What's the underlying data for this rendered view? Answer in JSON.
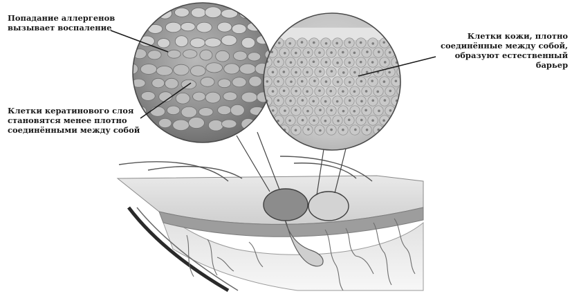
{
  "labels": {
    "allergens": [
      "Попадание аллергенов",
      "вызывает воспаление"
    ],
    "keratin_cells": [
      "Клетки кератинового слоя",
      "становятся менее плотно",
      "соединёнными между собой"
    ],
    "skin_cells": [
      "Клетки кожи, плотно",
      "соединённые между собой,",
      "образуют естественный",
      "барьер"
    ]
  },
  "colors": {
    "background": "#ffffff",
    "leader_line": "#1a1a1a",
    "circle_outline": "#4a4a4a",
    "inflamed_skin": "#6e6e6e",
    "healthy_skin": "#b0b0b0"
  }
}
